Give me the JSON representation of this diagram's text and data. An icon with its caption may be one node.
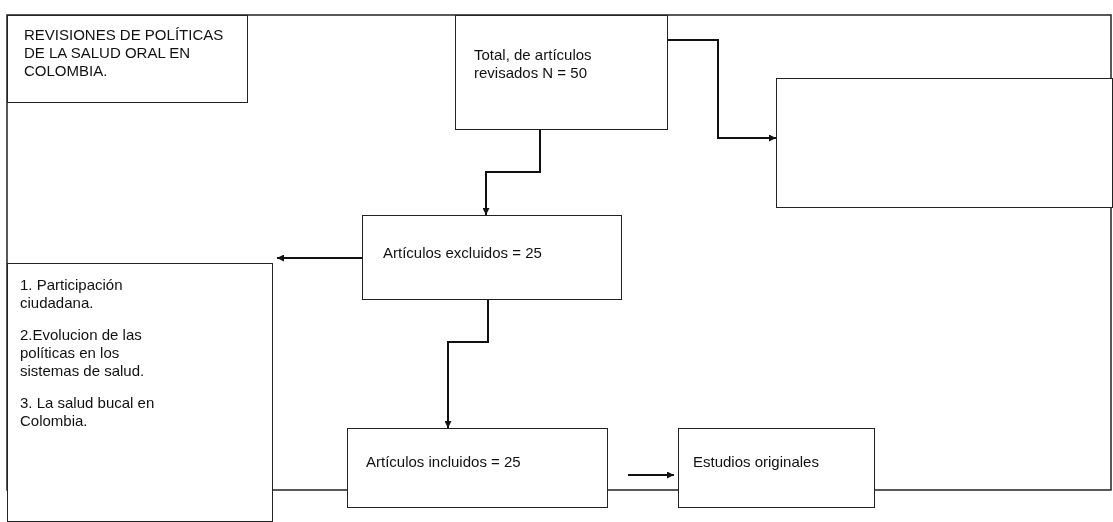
{
  "diagram": {
    "nodes": [
      {
        "text": [
          "REVISIONES DE POLÍTICAS DE LA SALUD ORAL EN COLOMBIA."
        ]
      },
      {
        "text": [
          "Total, de artículos revisados N = 50"
        ]
      },
      {
        "text": [],
        "shape": "box"
      },
      {
        "text": [
          "Artículos excluidos = 25"
        ]
      },
      {
        "text": [
          "1. Participación ciudadana.",
          "2.Evolucion de las políticas en los sistemas de salud.",
          "3. La salud bucal en Colombia."
        ]
      },
      {
        "text": [
          "Artículos incluidos = 25"
        ]
      },
      {
        "text": [
          "Estudios originales"
        ]
      }
    ],
    "edges": [
      {
        "from": 1,
        "to": 2,
        "arrow": "to"
      },
      {
        "from": 1,
        "to": 3,
        "arrow": "to"
      },
      {
        "from": 3,
        "to": 4,
        "arrow": "to"
      },
      {
        "from": 3,
        "to": 5,
        "arrow": "to"
      },
      {
        "from": 5,
        "to": 6,
        "arrow": "to"
      }
    ]
  }
}
